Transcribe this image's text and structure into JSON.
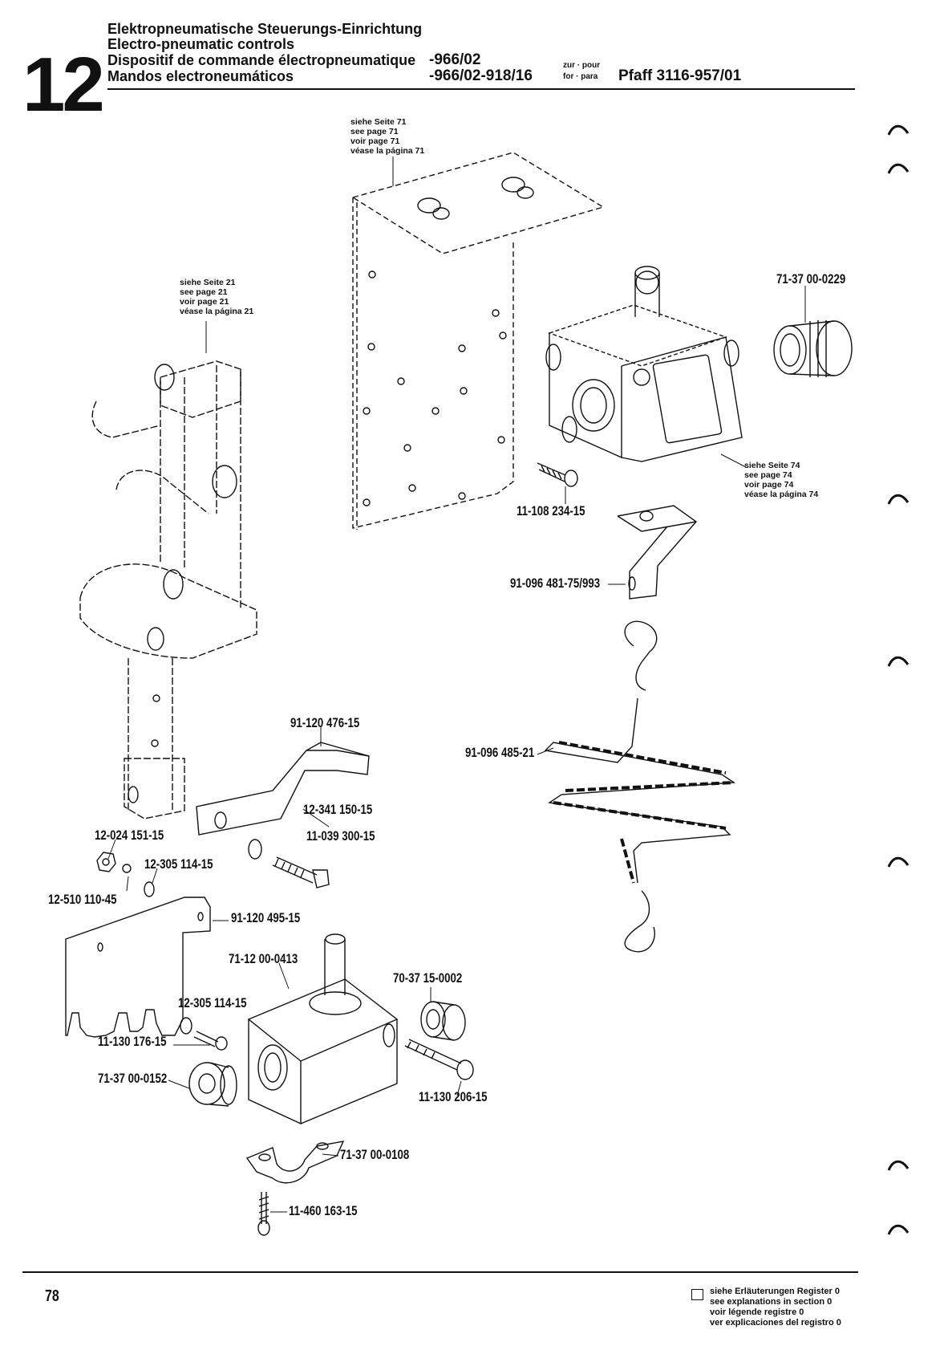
{
  "section_number": "12",
  "titles": [
    "Elektropneumatische Steuerungs-Einrichtung",
    "Electro-pneumatic controls",
    "Dispositif de commande électropneumatique",
    "Mandos electroneumáticos"
  ],
  "models": [
    "-966/02",
    "-966/02-918/16"
  ],
  "for_labels": [
    "zur · pour",
    "for · para"
  ],
  "machine": "Pfaff 3116-957/01",
  "see_refs": {
    "page71": [
      "siehe Seite 71",
      "see page 71",
      "voir page 71",
      "véase la página 71"
    ],
    "page21": [
      "siehe Seite 21",
      "see page 21",
      "voir page 21",
      "véase la página 21"
    ],
    "page74": [
      "siehe Seite 74",
      "see page 74",
      "voir page 74",
      "véase la página 74"
    ]
  },
  "part_numbers": {
    "p7137_0229": "71-37 00-0229",
    "p11108": "11-108 234-15",
    "p91096_481": "91-096 481-75/993",
    "p91096_485": "91-096 485-21",
    "p91120_476": "91-120 476-15",
    "p12341": "12-341 150-15",
    "p11039": "11-039 300-15",
    "p12024": "12-024 151-15",
    "p12305_a": "12-305 114-15",
    "p12510": "12-510 110-45",
    "p91120_495": "91-120 495-15",
    "p7112": "71-12 00-0413",
    "p7037": "70-37 15-0002",
    "p12305_b": "12-305 114-15",
    "p11130_176": "11-130 176-15",
    "p7137_0152": "71-37 00-0152",
    "p11130_206": "11-130 206-15",
    "p7137_0108": "71-37 00-0108",
    "p11460": "11-460 163-15"
  },
  "page_number": "78",
  "legend": [
    "siehe Erläuterungen Register 0",
    "see explanations in section 0",
    "voir légende registre 0",
    "ver explicaciones del registro 0"
  ]
}
